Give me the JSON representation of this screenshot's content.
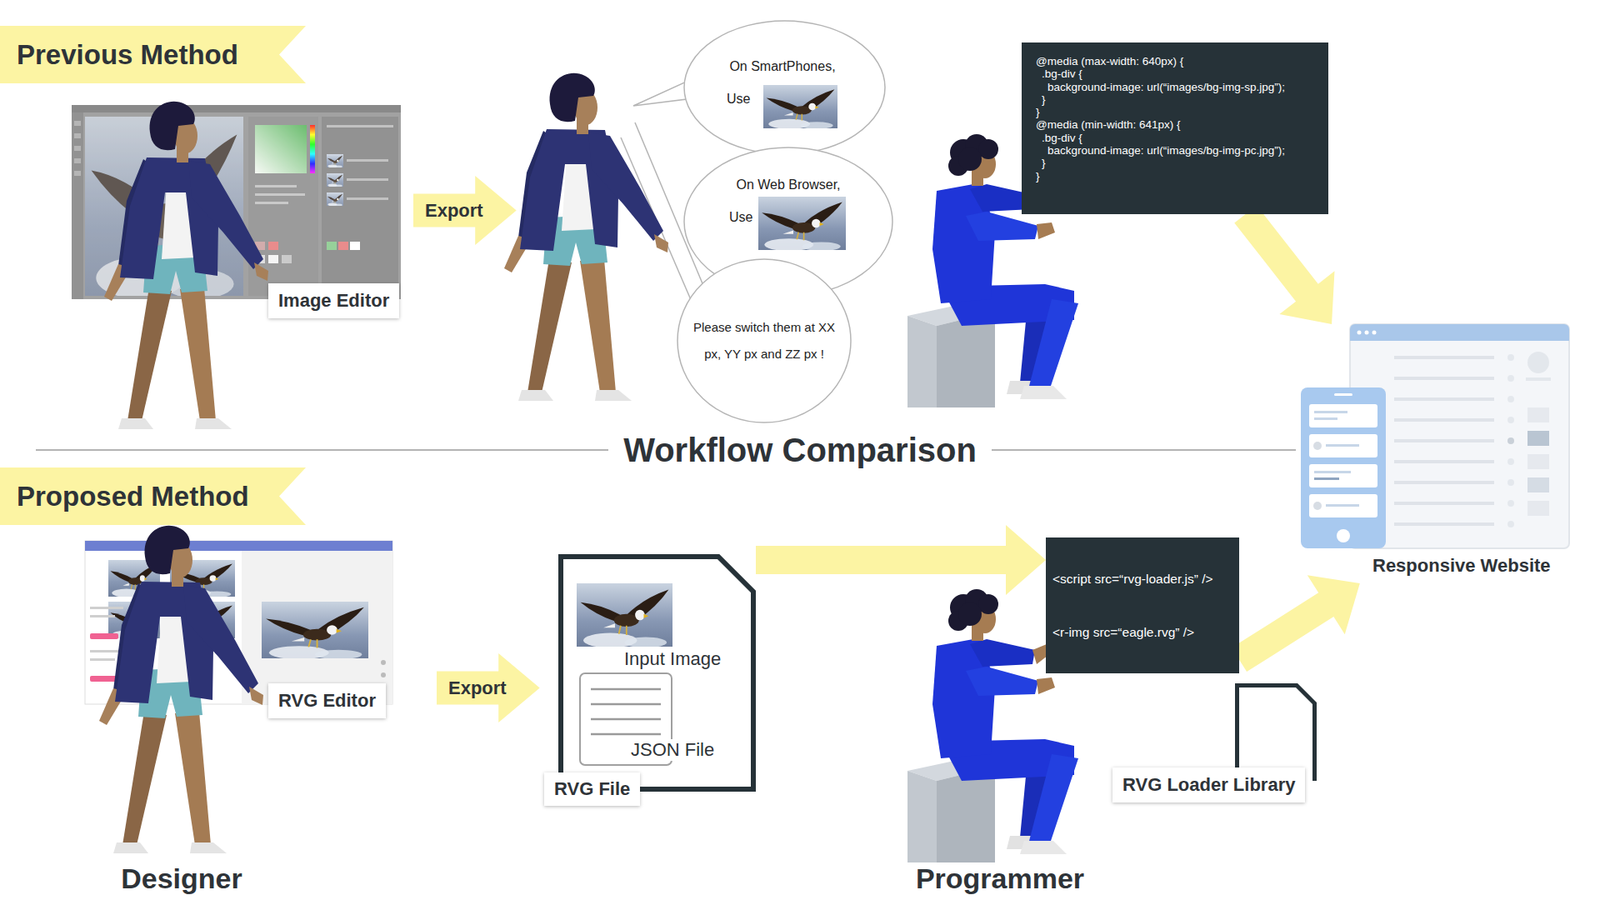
{
  "diagram": {
    "title": "Workflow Comparison",
    "nodes": [
      {
        "text": [
          "Previous Method"
        ]
      },
      {
        "text": [
          "Image Editor"
        ]
      },
      {
        "text": [
          "Export"
        ]
      },
      {
        "text": [
          "On SmartPhones,",
          "Use"
        ]
      },
      {
        "text": [
          "On Web Browser,",
          "Use"
        ]
      },
      {
        "text": [
          "Please switch them at XX px, YY px and ZZ px !"
        ]
      },
      {
        "text": [
          "@media (max-width: 640px) {",
          ".bg-div {",
          "background-image: url(“images/bg-img-sp.jpg”);",
          "}",
          "}",
          "@media (min-width: 641px) {",
          ".bg-div {",
          "background-image: url(“images/bg-img-pc.jpg”);",
          "}",
          "}"
        ]
      },
      {
        "text": [
          "Responsive Website"
        ]
      },
      {
        "text": [
          "Proposed Method"
        ]
      },
      {
        "text": [
          "RVG Editor"
        ]
      },
      {
        "text": [
          "Export"
        ]
      },
      {
        "text": [
          "Input Image",
          "RVG File"
        ]
      },
      {
        "text": [
          "JSON File"
        ],
        "in": 11
      },
      {
        "text": [
          "<script src=“rvg-loader.js” />",
          "<r-img src=“eagle.rvg” />"
        ]
      },
      {
        "text": [
          "RVG Loader Library"
        ]
      }
    ],
    "edges": [
      {
        "from": 6,
        "to": 7,
        "arrow": "to"
      },
      {
        "from": 11,
        "to": 13,
        "arrow": "to"
      },
      {
        "from": 13,
        "to": 7,
        "arrow": "to"
      }
    ],
    "labels": [
      "Designer",
      "Programmer"
    ]
  }
}
